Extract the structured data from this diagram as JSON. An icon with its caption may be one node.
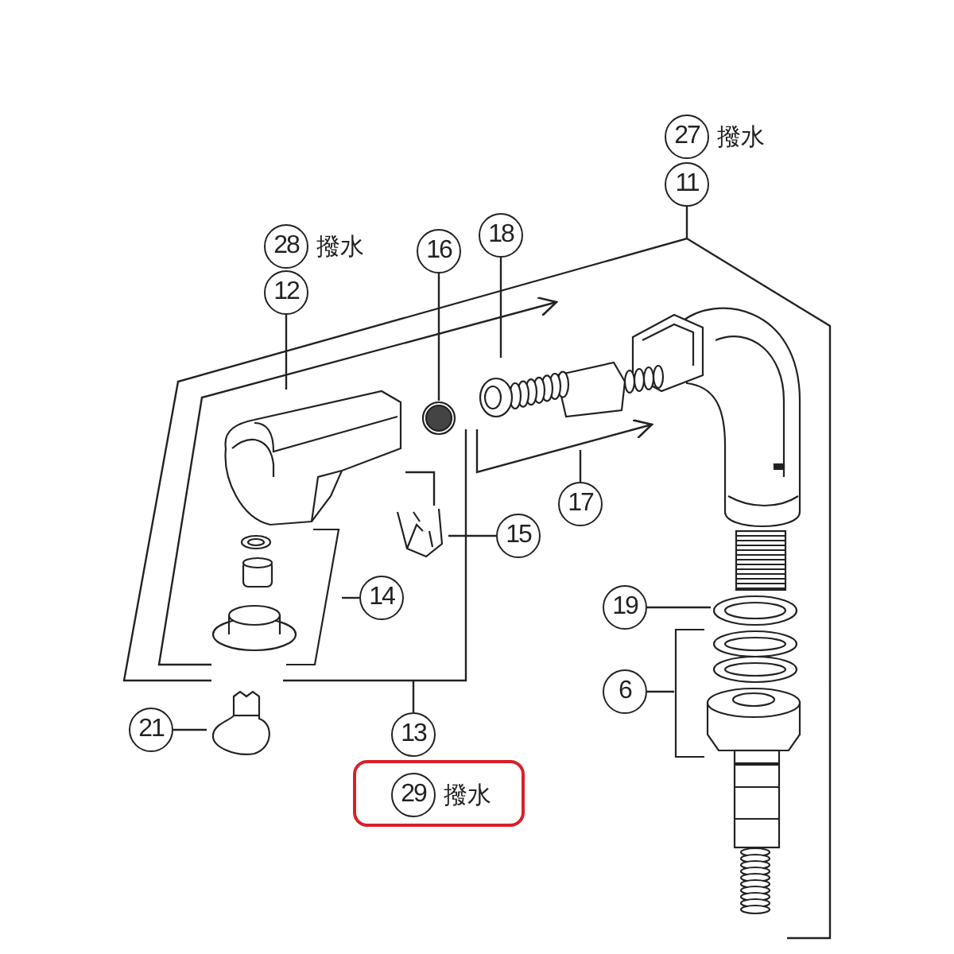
{
  "diagram": {
    "nodes": [
      {
        "text": [
          "27"
        ],
        "beside": [
          "撥水"
        ]
      },
      {
        "text": [
          "11"
        ]
      },
      {
        "text": [
          "28"
        ],
        "beside": [
          "撥水"
        ]
      },
      {
        "text": [
          "12"
        ]
      },
      {
        "text": [
          "16"
        ]
      },
      {
        "text": [
          "18"
        ]
      },
      {
        "text": [
          "15"
        ]
      },
      {
        "text": [
          "17"
        ]
      },
      {
        "text": [
          "14"
        ]
      },
      {
        "text": [
          "19"
        ]
      },
      {
        "text": [
          "6"
        ]
      },
      {
        "text": [
          "21"
        ]
      },
      {
        "text": [
          "13"
        ]
      },
      {
        "text": [],
        "shape": "box"
      },
      {
        "text": [
          "29"
        ],
        "beside": [
          "撥水"
        ],
        "in": 13
      },
      {
        "text": [],
        "shape": "picture"
      },
      {
        "text": [],
        "shape": "picture"
      },
      {
        "text": [],
        "shape": "picture"
      },
      {
        "text": [],
        "shape": "picture"
      },
      {
        "text": [],
        "shape": "picture"
      },
      {
        "text": [],
        "shape": "picture"
      },
      {
        "text": [],
        "shape": "picture"
      },
      {
        "text": [],
        "shape": "picture"
      },
      {
        "text": [],
        "shape": "picture"
      }
    ],
    "edges": [
      {
        "from": 1,
        "to": null,
        "arrow": "none"
      },
      {
        "from": 3,
        "to": 16,
        "arrow": "none"
      },
      {
        "from": 4,
        "to": 17,
        "arrow": "none"
      },
      {
        "from": 5,
        "to": 18,
        "arrow": "none"
      },
      {
        "from": 6,
        "to": 19,
        "arrow": "none"
      },
      {
        "from": 7,
        "to": null,
        "arrow": "none"
      },
      {
        "from": 8,
        "to": 20,
        "arrow": "none"
      },
      {
        "from": 9,
        "to": 21,
        "arrow": "none"
      },
      {
        "from": 10,
        "to": 22,
        "arrow": "none"
      },
      {
        "from": 11,
        "to": 23,
        "arrow": "none"
      },
      {
        "from": 12,
        "to": null,
        "arrow": "none"
      },
      {
        "from": 16,
        "to": 19,
        "arrow": "none"
      }
    ]
  }
}
